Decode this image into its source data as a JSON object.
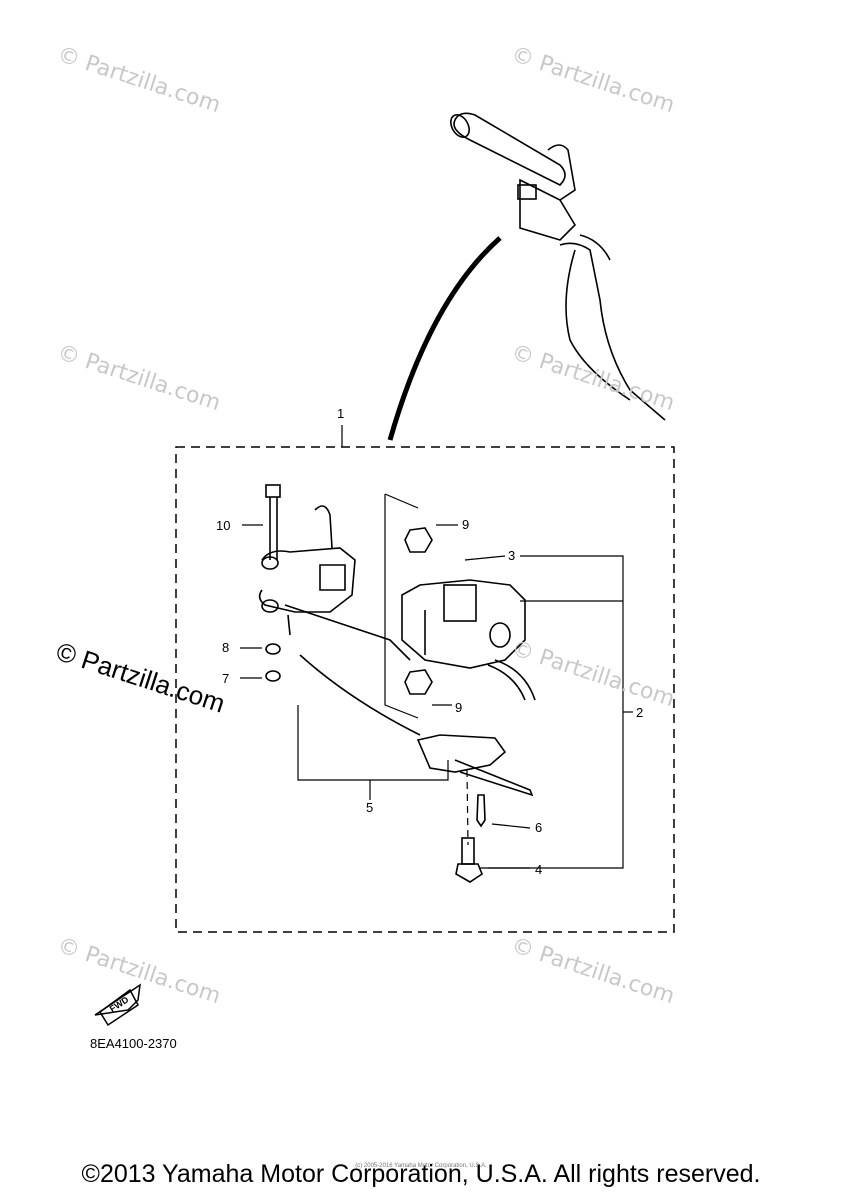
{
  "watermark": "© Partzilla.com",
  "callouts": {
    "c1": "1",
    "c2": "2",
    "c3": "3",
    "c4": "4",
    "c5": "5",
    "c6": "6",
    "c7": "7",
    "c8": "8",
    "c9a": "9",
    "c9b": "9",
    "c10": "10"
  },
  "fwd_label": "FWD",
  "part_code": "8EA4100-2370",
  "footer": {
    "copyright": "©2013 Yamaha Motor Corporation, U.S.A. All rights reserved.",
    "tiny_copyright": "(c) 2005-2016 Yamaha Motor Corporation, U.S.A."
  }
}
